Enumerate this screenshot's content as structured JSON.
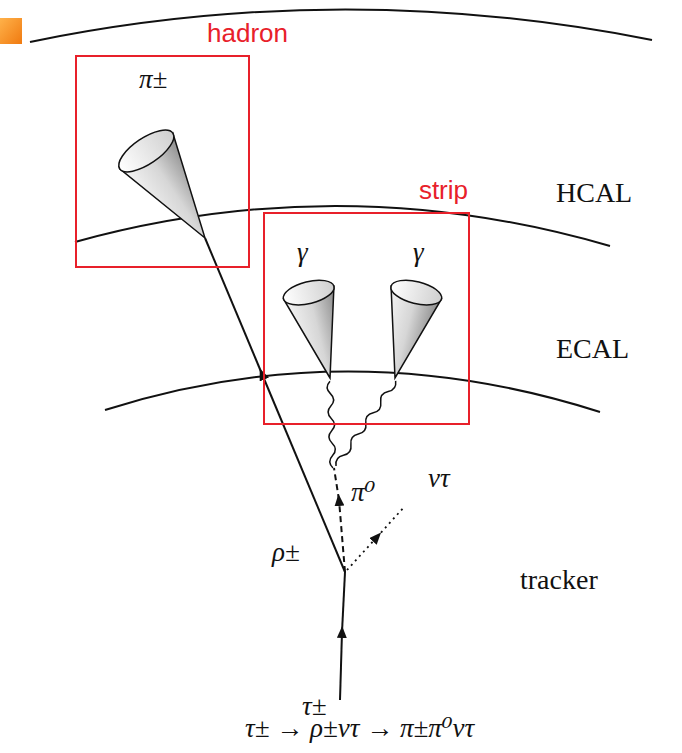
{
  "diagram": {
    "caption": "τ± → ρ±ντ → π±π⁰ντ",
    "nodes": [
      {
        "text": [
          "hadron",
          "π±"
        ]
      },
      {
        "text": [
          "strip",
          "γ",
          "γ"
        ]
      }
    ],
    "labels": [
      "HCAL",
      "ECAL",
      "tracker",
      "π⁰",
      "ντ",
      "ρ±",
      "τ±"
    ]
  }
}
